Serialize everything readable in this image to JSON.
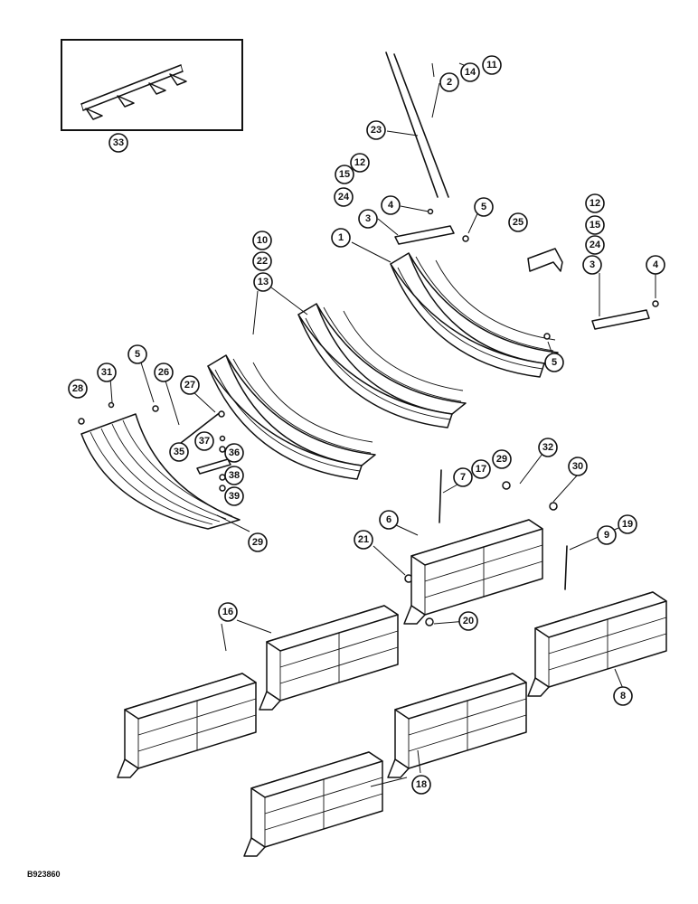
{
  "figure_code": "B923860",
  "callouts": [
    {
      "id": "c33",
      "label": "33"
    },
    {
      "id": "c2",
      "label": "2"
    },
    {
      "id": "c14",
      "label": "14"
    },
    {
      "id": "c11",
      "label": "11"
    },
    {
      "id": "c23",
      "label": "23"
    },
    {
      "id": "c12a",
      "label": "12"
    },
    {
      "id": "c15a",
      "label": "15"
    },
    {
      "id": "c24a",
      "label": "24"
    },
    {
      "id": "c4a",
      "label": "4"
    },
    {
      "id": "c3a",
      "label": "3"
    },
    {
      "id": "c5a",
      "label": "5"
    },
    {
      "id": "c1",
      "label": "1"
    },
    {
      "id": "c25",
      "label": "25"
    },
    {
      "id": "c12b",
      "label": "12"
    },
    {
      "id": "c15b",
      "label": "15"
    },
    {
      "id": "c24b",
      "label": "24"
    },
    {
      "id": "c3b",
      "label": "3"
    },
    {
      "id": "c4b",
      "label": "4"
    },
    {
      "id": "c5b",
      "label": "5"
    },
    {
      "id": "c10",
      "label": "10"
    },
    {
      "id": "c22",
      "label": "22"
    },
    {
      "id": "c13",
      "label": "13"
    },
    {
      "id": "c28",
      "label": "28"
    },
    {
      "id": "c31",
      "label": "31"
    },
    {
      "id": "c5c",
      "label": "5"
    },
    {
      "id": "c26",
      "label": "26"
    },
    {
      "id": "c27",
      "label": "27"
    },
    {
      "id": "c37",
      "label": "37"
    },
    {
      "id": "c36",
      "label": "36"
    },
    {
      "id": "c35",
      "label": "35"
    },
    {
      "id": "c38",
      "label": "38"
    },
    {
      "id": "c39",
      "label": "39"
    },
    {
      "id": "c29a",
      "label": "29"
    },
    {
      "id": "c7",
      "label": "7"
    },
    {
      "id": "c17",
      "label": "17"
    },
    {
      "id": "c29b",
      "label": "29"
    },
    {
      "id": "c32",
      "label": "32"
    },
    {
      "id": "c30",
      "label": "30"
    },
    {
      "id": "c6",
      "label": "6"
    },
    {
      "id": "c21",
      "label": "21"
    },
    {
      "id": "c9",
      "label": "9"
    },
    {
      "id": "c19",
      "label": "19"
    },
    {
      "id": "c20",
      "label": "20"
    },
    {
      "id": "c16",
      "label": "16"
    },
    {
      "id": "c8",
      "label": "8"
    },
    {
      "id": "c18",
      "label": "18"
    }
  ]
}
